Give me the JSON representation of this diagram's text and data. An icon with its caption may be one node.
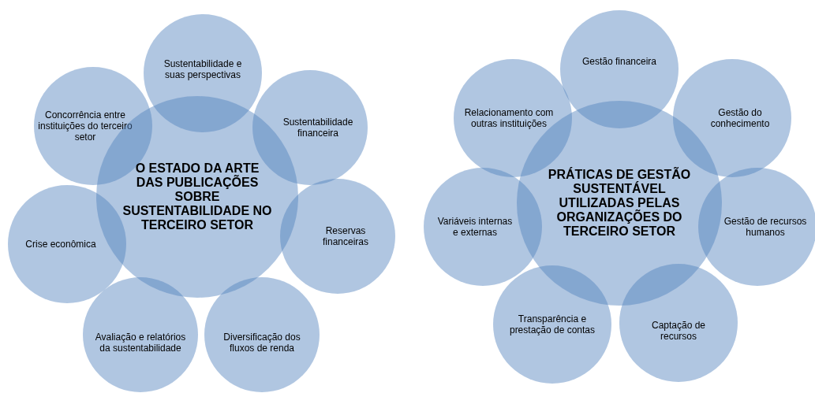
{
  "diagram": {
    "nodes": [
      {
        "text": [
          "O ESTADO DA ARTE DAS PUBLICAÇÕES SOBRE SUSTENTABILIDADE NO TERCEIRO SETOR"
        ]
      },
      {
        "text": [
          "Sustentabilidade e suas perspectivas"
        ]
      },
      {
        "text": [
          "Sustentabilidade financeira"
        ]
      },
      {
        "text": [
          "Reservas financeiras"
        ]
      },
      {
        "text": [
          "Diversificação dos fluxos de renda"
        ]
      },
      {
        "text": [
          "Avaliação e relatórios da sustentabilidade"
        ]
      },
      {
        "text": [
          "Crise econômica"
        ]
      },
      {
        "text": [
          "Concorrência entre instituições do terceiro setor"
        ]
      },
      {
        "text": [
          "PRÁTICAS DE GESTÃO SUSTENTÁVEL UTILIZADAS PELAS ORGANIZAÇÕES DO TERCEIRO SETOR"
        ]
      },
      {
        "text": [
          "Gestão financeira"
        ]
      },
      {
        "text": [
          "Gestão do conhecimento"
        ]
      },
      {
        "text": [
          "Gestão de recursos humanos"
        ]
      },
      {
        "text": [
          "Captação de recursos"
        ]
      },
      {
        "text": [
          "Transparência e prestação de contas"
        ]
      },
      {
        "text": [
          "Variáveis internas e externas"
        ]
      },
      {
        "text": [
          "Relacionamento com outras instituições"
        ]
      }
    ],
    "edges": []
  }
}
